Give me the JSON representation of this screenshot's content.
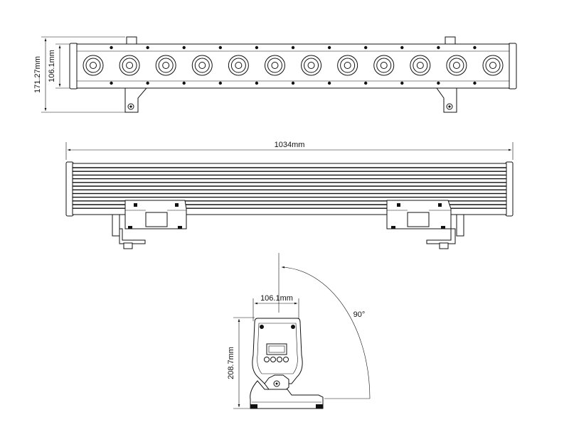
{
  "dimensions": {
    "top_height_outer": "171.27mm",
    "top_height_inner": "106.1mm",
    "front_length": "1034mm",
    "side_width": "106.1mm",
    "side_height": "208.7mm",
    "tilt_angle": "90°"
  },
  "led_count": 12
}
